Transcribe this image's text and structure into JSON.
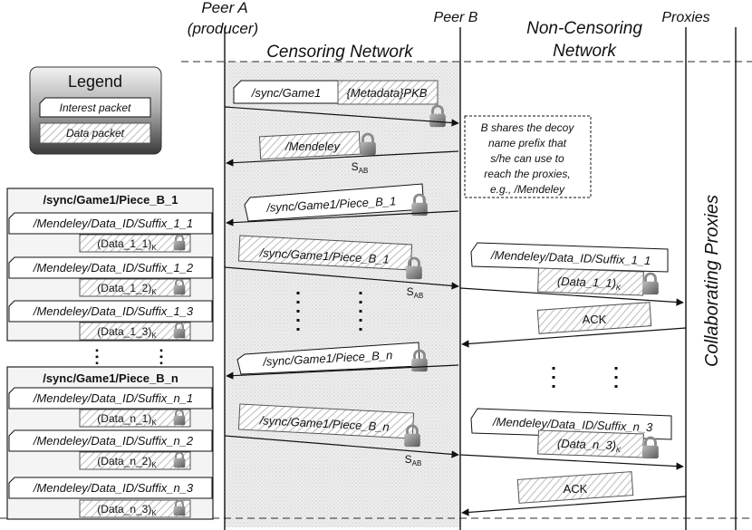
{
  "headers": {
    "peer_a": "Peer A",
    "peer_a_sub": "(producer)",
    "peer_b": "Peer B",
    "non_censoring_1": "Non-Censoring",
    "non_censoring_2": "Network",
    "proxies": "Proxies",
    "censoring": "Censoring Network",
    "collaborating": "Collaborating Proxies"
  },
  "legend": {
    "title": "Legend",
    "interest": "Interest packet",
    "data": "Data packet"
  },
  "left_panel": {
    "group1": {
      "title": "/sync/Game1/Piece_B_1",
      "rows": [
        {
          "name": "/Mendeley/Data_ID/Suffix_1_1",
          "data": "(Data_1_1)",
          "sub": "K"
        },
        {
          "name": "/Mendeley/Data_ID/Suffix_1_2",
          "data": "(Data_1_2)",
          "sub": "K"
        },
        {
          "name": "/Mendeley/Data_ID/Suffix_1_3",
          "data": "(Data_1_3)",
          "sub": "K"
        }
      ]
    },
    "ellipsis": ":",
    "group2": {
      "title": "/sync/Game1/Piece_B_n",
      "rows": [
        {
          "name": "/Mendeley/Data_ID/Suffix_n_1",
          "data": "(Data_n_1)",
          "sub": "K"
        },
        {
          "name": "/Mendeley/Data_ID/Suffix_n_2",
          "data": "(Data_n_2)",
          "sub": "K"
        },
        {
          "name": "/Mendeley/Data_ID/Suffix_n_3",
          "data": "(Data_n_3)",
          "sub": "K"
        }
      ]
    }
  },
  "messages": {
    "m1_name": "/sync/Game1",
    "m1_meta": "{Metadata}PKB",
    "m2": "/Mendeley",
    "s_ab": "S",
    "s_ab_sub": "AB",
    "m3": "/sync/Game1/Piece_B_1",
    "m4": "/sync/Game1/Piece_B_1",
    "m5": "/sync/Game1/Piece_B_n",
    "m6": "/sync/Game1/Piece_B_n",
    "note": [
      "B shares the decoy",
      "name prefix that",
      "s/he can use to",
      "reach the proxies,",
      "e.g., /Mendeley"
    ],
    "r1_name": "/Mendeley/Data_ID/Suffix_1_1",
    "r1_data": "(Data_1_1)",
    "r1_sub": "K",
    "ack": "ACK",
    "r2_name": "/Mendeley/Data_ID/Suffix_n_3",
    "r2_data": "(Data_n_3)",
    "r2_sub": "K"
  }
}
